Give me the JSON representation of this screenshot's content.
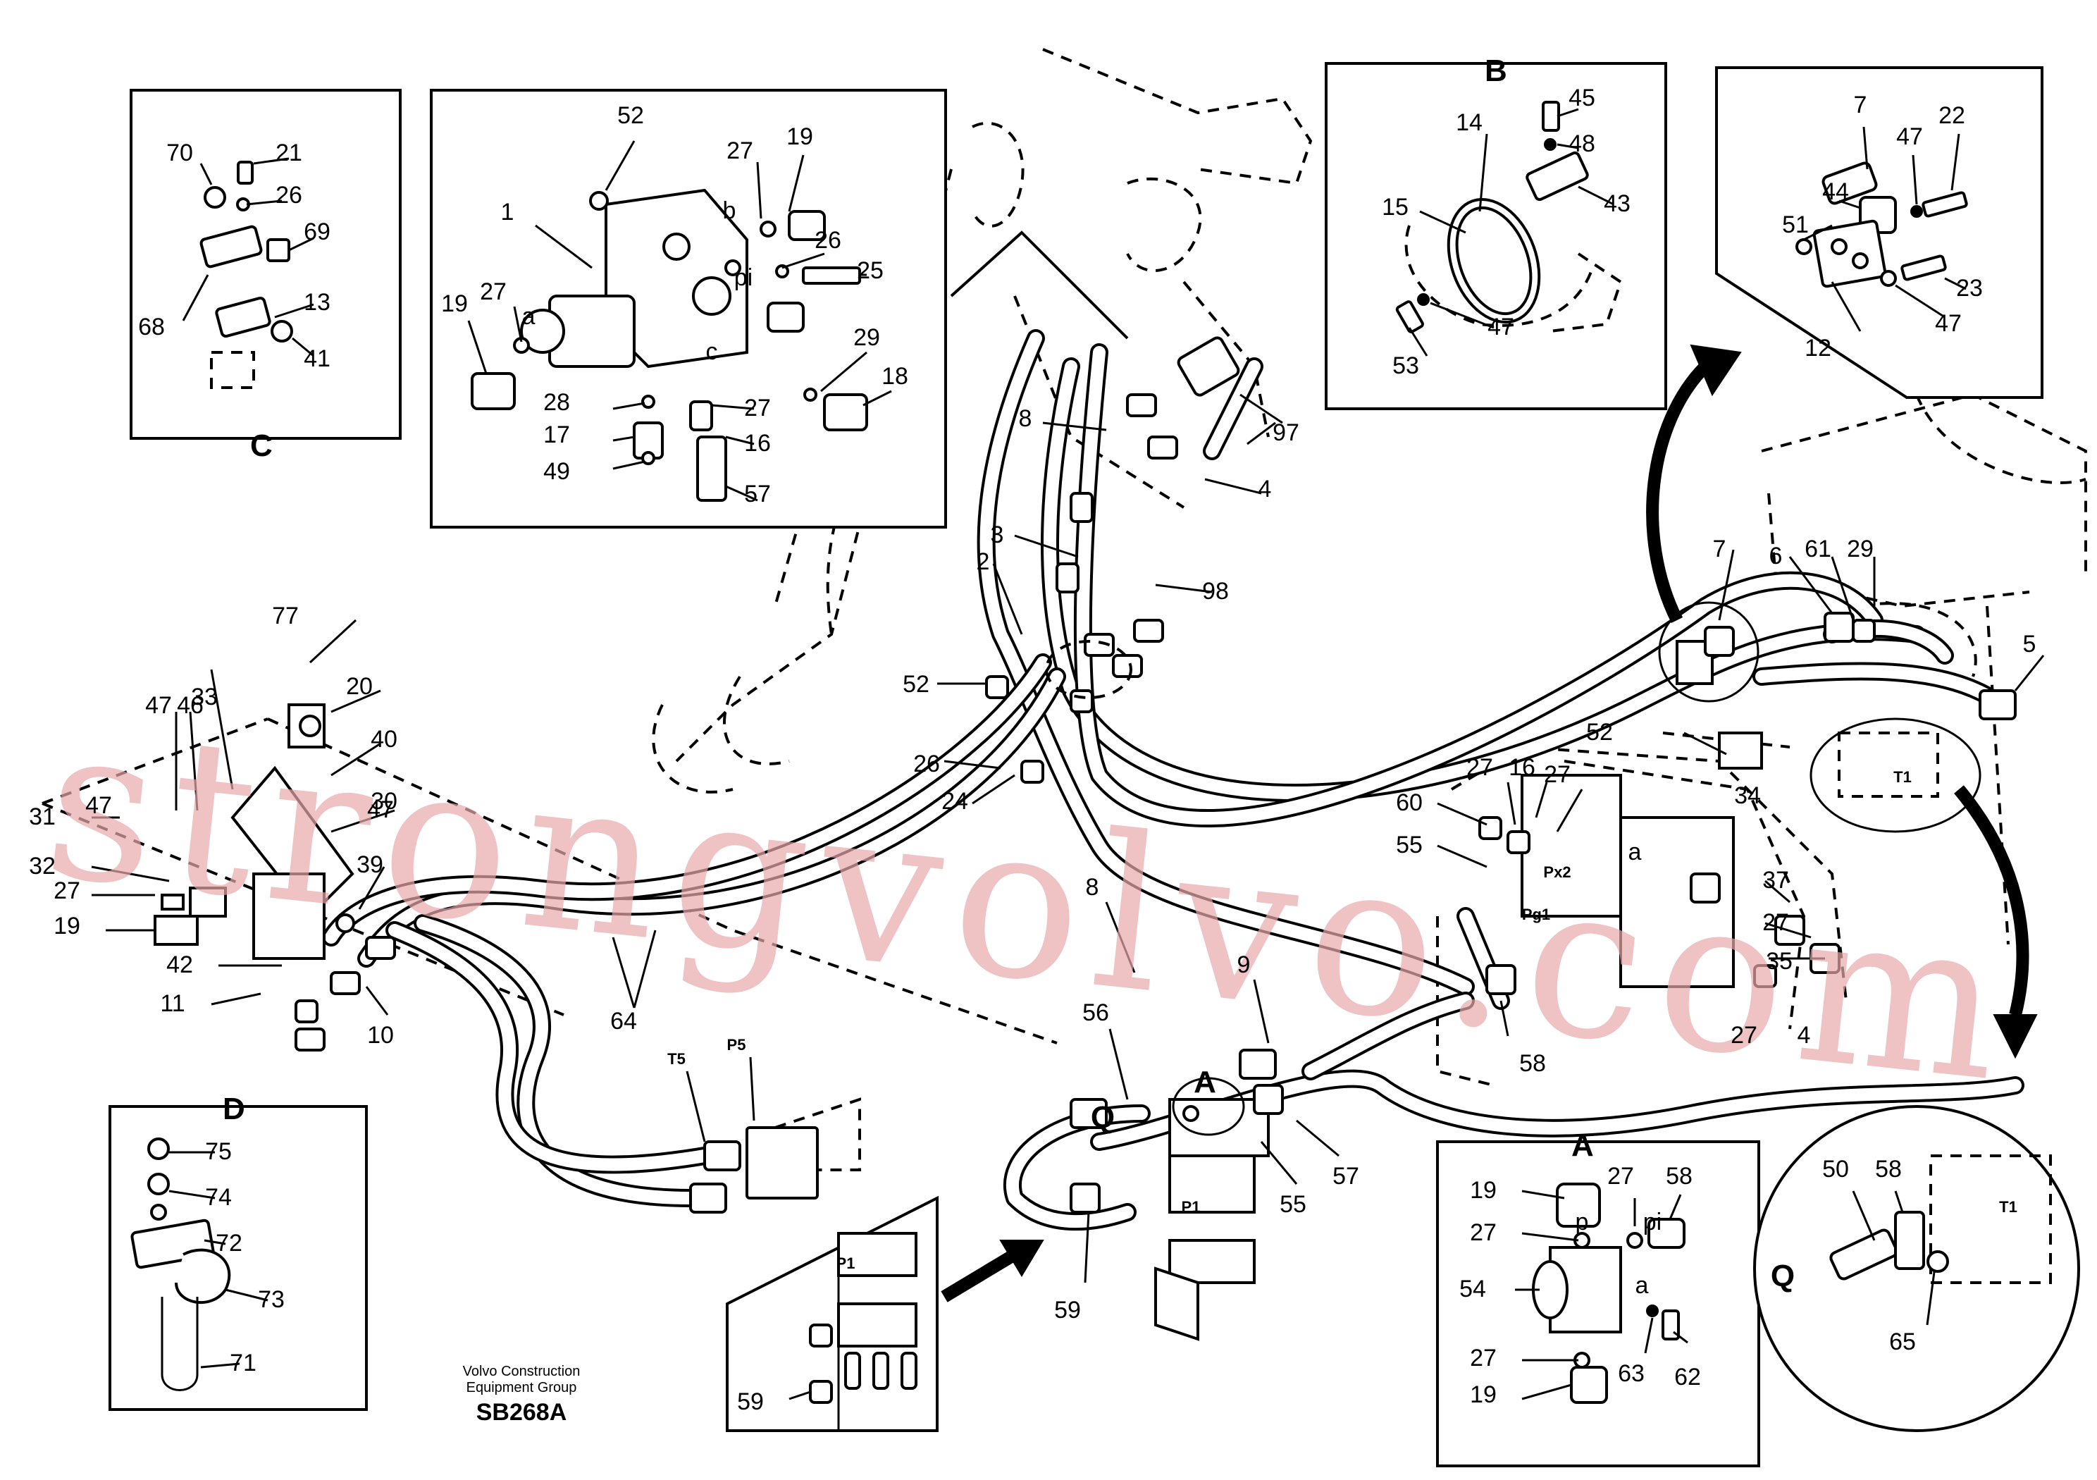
{
  "inset_letters": {
    "c": "C",
    "b": "B",
    "d": "D",
    "a": "A"
  },
  "callouts": {
    "c_inset": [
      "70",
      "21",
      "26",
      "69",
      "13",
      "68",
      "41"
    ],
    "main_inset": [
      "52",
      "27",
      "19",
      "1",
      "b",
      "26",
      "25",
      "pi",
      "19",
      "27",
      "a",
      "29",
      "18",
      "c",
      "28",
      "17",
      "27",
      "16",
      "49",
      "57"
    ],
    "b_inset": [
      "45",
      "48",
      "14",
      "43",
      "15",
      "47",
      "53"
    ],
    "top_right_inset": [
      "7",
      "47",
      "22",
      "44",
      "51",
      "23",
      "47",
      "12"
    ],
    "a_inset": [
      "19",
      "27",
      "58",
      "27",
      "p",
      "pi",
      "54",
      "a",
      "63",
      "62",
      "27",
      "19"
    ],
    "d_inset": [
      "75",
      "74",
      "72",
      "73",
      "71"
    ],
    "q_circle": [
      "50",
      "58",
      "T1",
      "Q",
      "65"
    ],
    "p1_inset": [
      "P1",
      "59"
    ],
    "main_view": [
      "8",
      "97",
      "4",
      "3",
      "98",
      "2",
      "52",
      "26",
      "24",
      "77",
      "20",
      "33",
      "47",
      "46",
      "47",
      "40",
      "30",
      "47",
      "31",
      "39",
      "32",
      "27",
      "19",
      "42",
      "11",
      "10",
      "64",
      "T5",
      "P5",
      "56",
      "A",
      "57",
      "55",
      "59",
      "Q",
      "P1",
      "9",
      "8",
      "58",
      "60",
      "55",
      "27",
      "16",
      "27",
      "Px2",
      "Pg1",
      "7",
      "6",
      "61",
      "29",
      "5",
      "52",
      "34",
      "T1",
      "37",
      "27",
      "35",
      "27",
      "4",
      "a"
    ]
  },
  "footer": {
    "credit_line1": "Volvo Construction",
    "credit_line2": "Equipment Group",
    "drawing_code": "SB268A"
  },
  "watermark": "strongvolvo.com",
  "colors": {
    "line": "#000000",
    "watermark": "#e8a8aa",
    "background": "#ffffff"
  }
}
